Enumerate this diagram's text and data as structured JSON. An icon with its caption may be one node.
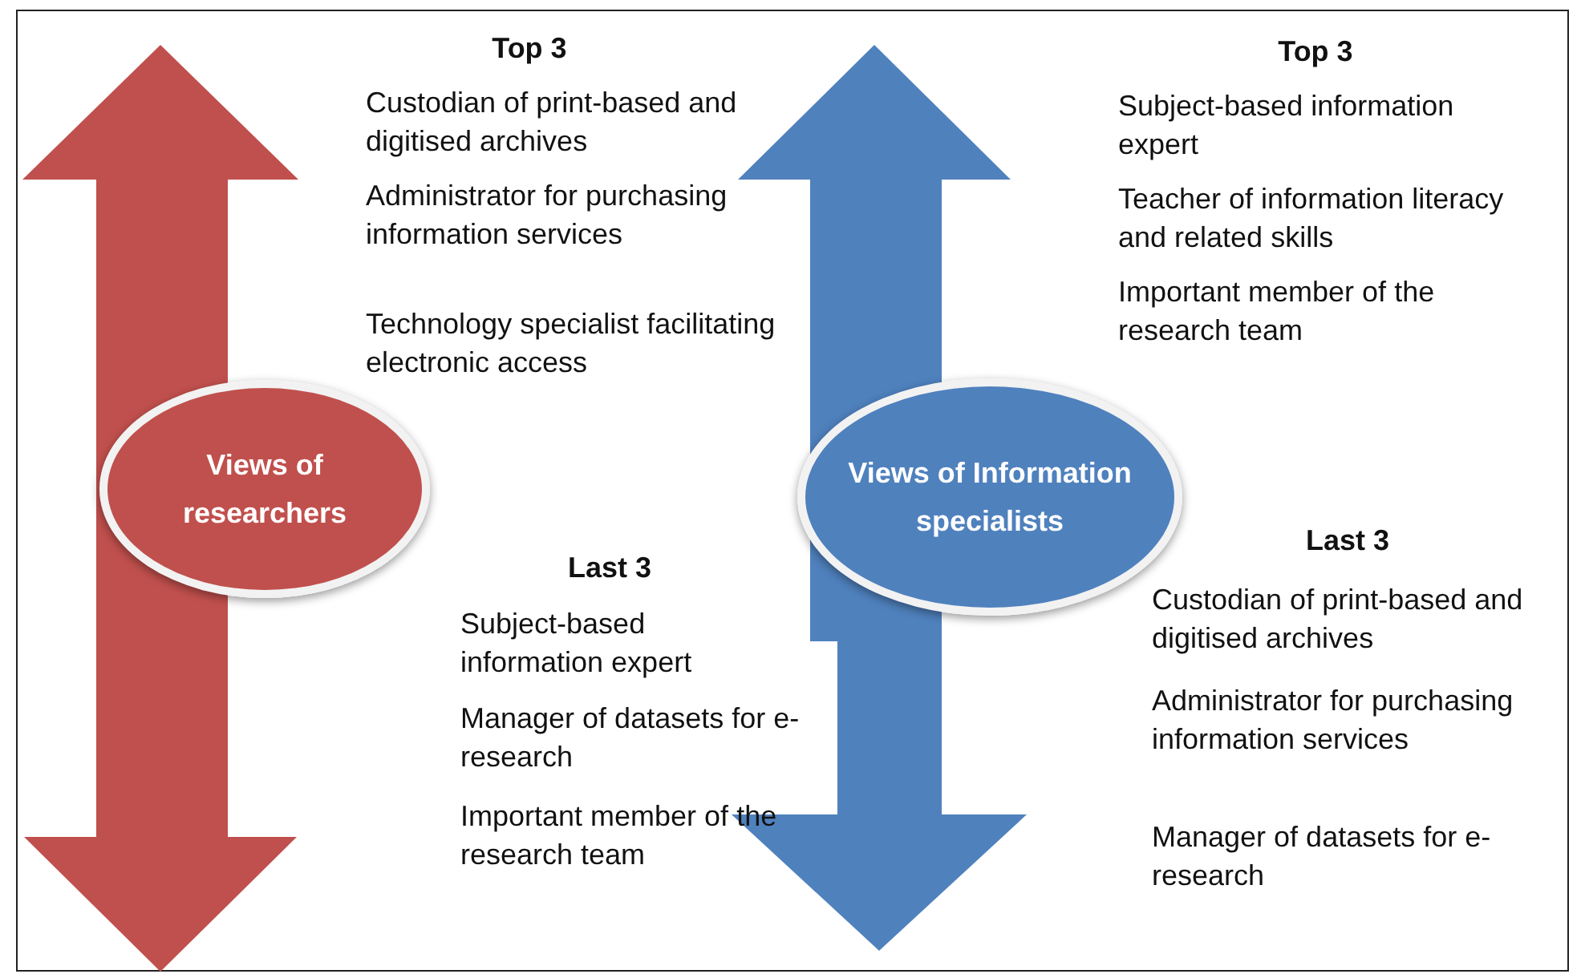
{
  "diagram": {
    "nodes": [
      {
        "text": [
          "Views of researchers"
        ]
      },
      {
        "text": [
          "Views of Information specialists"
        ]
      }
    ],
    "edges": [],
    "labels": [
      "Top 3",
      "Custodian of print-based and digitised archives",
      "Administrator for purchasing information services",
      "Technology specialist facilitating electronic access",
      "Last 3",
      "Subject-based information expert",
      "Manager of datasets for e-research",
      "Important member of the research team",
      "Top 3",
      "Subject-based information expert",
      "Teacher of information literacy and related skills",
      "Important member of the research team",
      "Last 3",
      "Custodian of print-based and digitised archives",
      "Administrator for purchasing information services",
      "Manager of datasets for e-research"
    ]
  }
}
